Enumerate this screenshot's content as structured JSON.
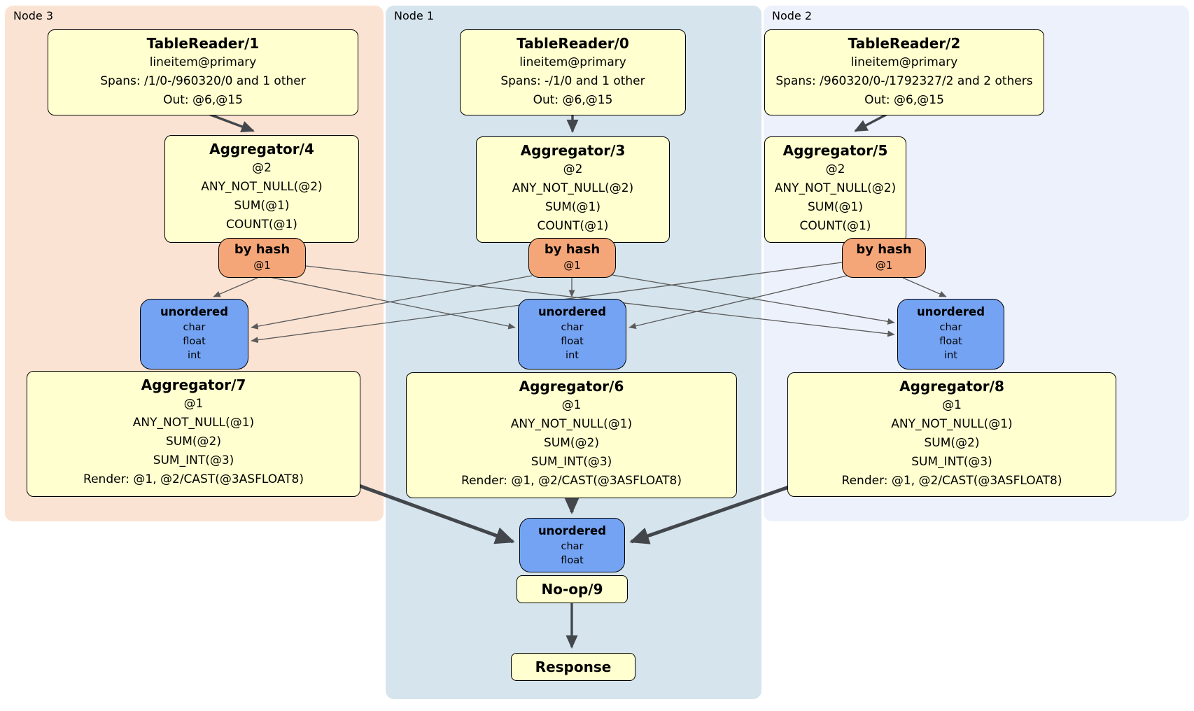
{
  "regions": {
    "node3": {
      "label": "Node 3"
    },
    "node1": {
      "label": "Node 1"
    },
    "node2": {
      "label": "Node 2"
    }
  },
  "boxes": {
    "tr1": {
      "title": "TableReader/1",
      "lines": [
        "lineitem@primary",
        "Spans: /1/0-/960320/0 and 1 other",
        "Out: @6,@15"
      ]
    },
    "tr0": {
      "title": "TableReader/0",
      "lines": [
        "lineitem@primary",
        "Spans: -/1/0 and 1 other",
        "Out: @6,@15"
      ]
    },
    "tr2": {
      "title": "TableReader/2",
      "lines": [
        "lineitem@primary",
        "Spans: /960320/0-/1792327/2 and 2 others",
        "Out: @6,@15"
      ]
    },
    "agg4": {
      "title": "Aggregator/4",
      "lines": [
        "@2",
        "ANY_NOT_NULL(@2)",
        "SUM(@1)",
        "COUNT(@1)"
      ]
    },
    "agg3": {
      "title": "Aggregator/3",
      "lines": [
        "@2",
        "ANY_NOT_NULL(@2)",
        "SUM(@1)",
        "COUNT(@1)"
      ]
    },
    "agg5": {
      "title": "Aggregator/5",
      "lines": [
        "@2",
        "ANY_NOT_NULL(@2)",
        "SUM(@1)",
        "COUNT(@1)"
      ]
    },
    "agg7": {
      "title": "Aggregator/7",
      "lines": [
        "@1",
        "ANY_NOT_NULL(@1)",
        "SUM(@2)",
        "SUM_INT(@3)",
        "Render: @1, @2/CAST(@3ASFLOAT8)"
      ]
    },
    "agg6": {
      "title": "Aggregator/6",
      "lines": [
        "@1",
        "ANY_NOT_NULL(@1)",
        "SUM(@2)",
        "SUM_INT(@3)",
        "Render: @1, @2/CAST(@3ASFLOAT8)"
      ]
    },
    "agg8": {
      "title": "Aggregator/8",
      "lines": [
        "@1",
        "ANY_NOT_NULL(@1)",
        "SUM(@2)",
        "SUM_INT(@3)",
        "Render: @1, @2/CAST(@3ASFLOAT8)"
      ]
    },
    "hash_left": {
      "title": "by hash",
      "lines": [
        "@1"
      ]
    },
    "hash_mid": {
      "title": "by hash",
      "lines": [
        "@1"
      ]
    },
    "hash_right": {
      "title": "by hash",
      "lines": [
        "@1"
      ]
    },
    "sync_left": {
      "title": "unordered",
      "lines": [
        "char",
        "float",
        "int"
      ]
    },
    "sync_mid": {
      "title": "unordered",
      "lines": [
        "char",
        "float",
        "int"
      ]
    },
    "sync_right": {
      "title": "unordered",
      "lines": [
        "char",
        "float",
        "int"
      ]
    },
    "sync_final": {
      "title": "unordered",
      "lines": [
        "char",
        "float"
      ]
    },
    "noop": {
      "title": "No-op/9"
    },
    "response": {
      "title": "Response"
    }
  },
  "colors": {
    "node3_bg": "#FBE3D3",
    "node1_bg": "#D5E4ED",
    "node2_bg": "#EDF1FB",
    "process_box_bg": "#FFFFCF",
    "router_bg": "#F5A678",
    "sync_bg": "#74A3F3",
    "thin_edge": "#5a5a5a",
    "thick_edge": "#43474c"
  }
}
